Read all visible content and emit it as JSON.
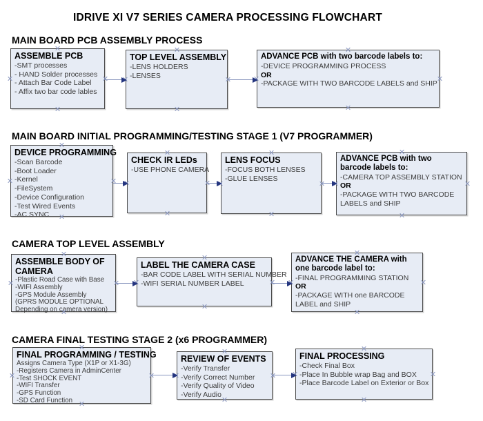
{
  "title": "IDRIVE XI V7 SERIES CAMERA PROCESSING FLOWCHART",
  "colors": {
    "box_fill": "#e7ecf5",
    "box_border": "#4a4a4a",
    "arrow_line": "#8694bd",
    "arrow_head": "#24357f",
    "connection_point": "#8a97c0",
    "list_text": "#3c3c3c"
  },
  "sections": [
    {
      "heading": "MAIN BOARD PCB ASSEMBLY PROCESS",
      "boxes": [
        {
          "title": "ASSEMBLE PCB",
          "lines": [
            "-SMT processes",
            "- HAND Solder processes",
            "- Attach Bar Code Label",
            "- Affix two bar code lables"
          ]
        },
        {
          "title": "TOP LEVEL ASSEMBLY",
          "lines": [
            "-LENS HOLDERS",
            "-LENSES"
          ]
        },
        {
          "title": "ADVANCE PCB with two barcode labels to:",
          "lines": [
            "-DEVICE PROGRAMMING PROCESS",
            "OR",
            "-PACKAGE WITH TWO BARCODE LABELS and SHIP"
          ]
        }
      ]
    },
    {
      "heading": "MAIN BOARD INITIAL PROGRAMMING/TESTING STAGE 1 (V7 PROGRAMMER)",
      "boxes": [
        {
          "title": "DEVICE PROGRAMMING",
          "lines": [
            "-Scan Barcode",
            "-Boot Loader",
            "-Kernel",
            "-FileSystem",
            "-Device Configuration",
            "-Test Wired Events",
            "-AC SYNC"
          ]
        },
        {
          "title": "CHECK IR LEDs",
          "lines": [
            "-USE PHONE CAMERA"
          ]
        },
        {
          "title": "LENS FOCUS",
          "lines": [
            "-FOCUS BOTH LENSES",
            "-GLUE LENSES"
          ]
        },
        {
          "title": "ADVANCE PCB with two barcode labels to:",
          "lines": [
            "-CAMERA TOP ASSEMBLY STATION",
            "OR",
            "-PACKAGE WITH TWO BARCODE LABELS and SHIP"
          ]
        }
      ]
    },
    {
      "heading": "CAMERA TOP LEVEL ASSEMBLY",
      "boxes": [
        {
          "title": "ASSEMBLE BODY OF CAMERA",
          "lines": [
            "-Plastic Road Case with Base",
            "-WIFI Assembly",
            "-GPS Module Assembly",
            "(GPRS MODULE OPTIONAL",
            "Depending on camera version)"
          ]
        },
        {
          "title": "LABEL THE CAMERA CASE",
          "lines": [
            "-BAR CODE LABEL WITH SERIAL NUMBER",
            "-WIFI SERIAL NUMBER LABEL"
          ]
        },
        {
          "title": "ADVANCE THE CAMERA with one barcode label to:",
          "lines": [
            "-FINAL PROGRAMMING STATION",
            "OR",
            "-PACKAGE WITH one BARCODE LABEL and SHIP"
          ]
        }
      ]
    },
    {
      "heading": "CAMERA FINAL TESTING STAGE 2 (x6 PROGRAMMER)",
      "boxes": [
        {
          "title": "FINAL PROGRAMMING / TESTING",
          "lines": [
            "Assigns Camera Type (X1P or X1-3G)",
            "-Registers Camera in AdminCenter",
            "-Test SHOCK EVENT",
            "-WIFI Transfer",
            "-GPS Function",
            "-SD Card Function"
          ]
        },
        {
          "title": "REVIEW OF EVENTS",
          "lines": [
            "-Verify Transfer",
            "-Verify Correct Number",
            "-Verify Quality of Video",
            "-Verify Audio"
          ]
        },
        {
          "title": "FINAL PROCESSING",
          "lines": [
            "-Check Final Box",
            "-Place In Bubble wrap Bag and BOX",
            "-Place Barcode Label on Exterior or Box"
          ]
        }
      ]
    }
  ]
}
